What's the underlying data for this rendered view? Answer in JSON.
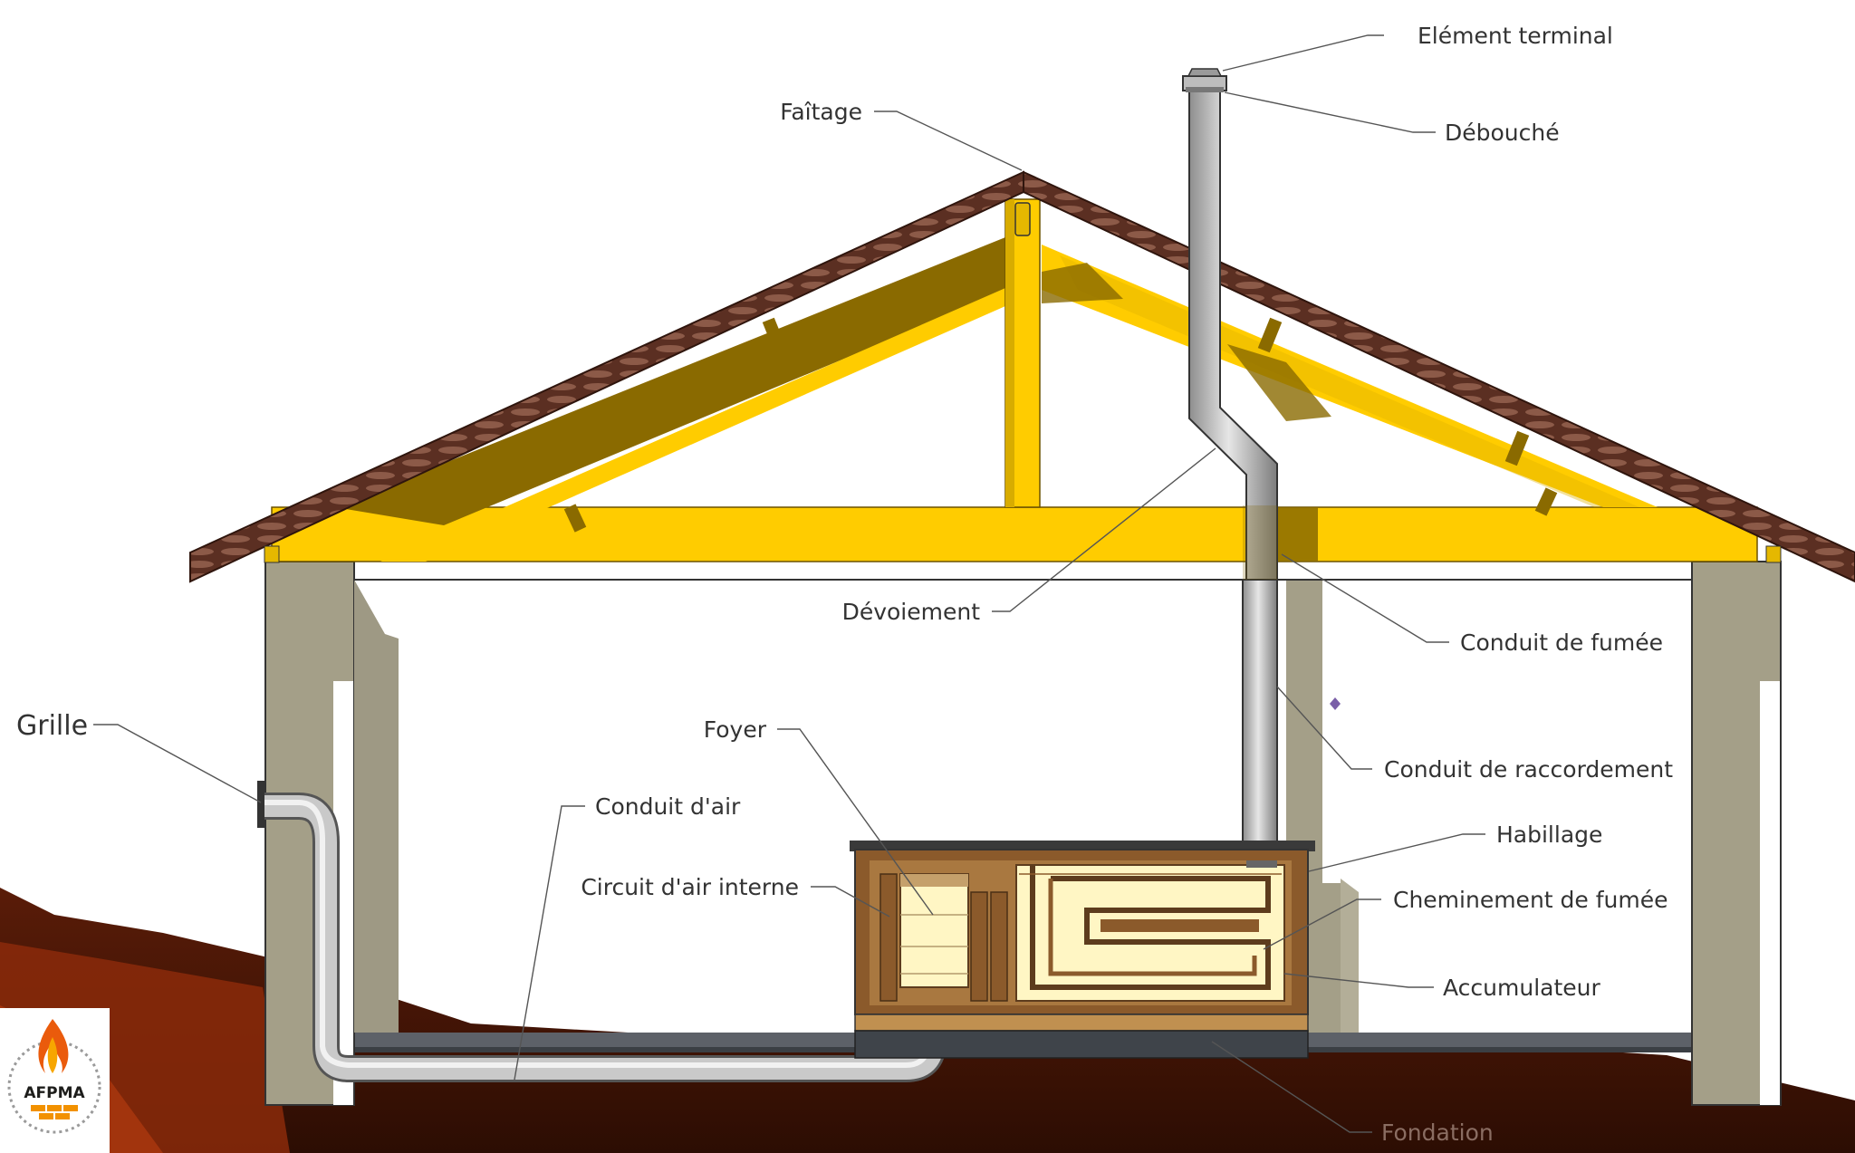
{
  "labels": {
    "element_terminal": "Elément terminal",
    "debouche": "Débouché",
    "faitage": "Faîtage",
    "devoiement": "Dévoiement",
    "conduit_fumee": "Conduit de fumée",
    "conduit_raccordement": "Conduit de raccordement",
    "grille": "Grille",
    "foyer": "Foyer",
    "conduit_air": "Conduit d'air",
    "habillage": "Habillage",
    "circuit_air_interne": "Circuit d'air interne",
    "cheminement_fumee": "Cheminement de fumée",
    "accumulateur": "Accumulateur",
    "fondation": "Fondation"
  },
  "logo": {
    "name": "AFPMA"
  },
  "colors": {
    "roof_tiles": "#6b3a2a",
    "timber_light": "#ffcc00",
    "timber_dark": "#8a6a00",
    "wall": "#a49f88",
    "ground": "#3d1405",
    "ground_light": "#8b2a0a",
    "pipe": "#b8b8b8",
    "stove_frame": "#8b5a2b",
    "stove_core": "#fff6c4"
  }
}
